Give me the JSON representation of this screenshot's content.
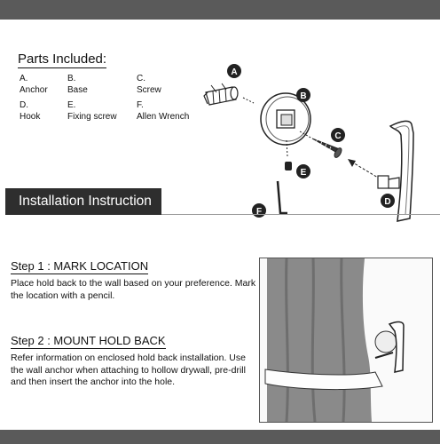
{
  "parts": {
    "title": "Parts Included:",
    "items": [
      {
        "letter": "A.",
        "name": "Anchor"
      },
      {
        "letter": "B.",
        "name": "Base"
      },
      {
        "letter": "C.",
        "name": "Screw"
      },
      {
        "letter": "D.",
        "name": "Hook"
      },
      {
        "letter": "E.",
        "name": "Fixing screw"
      },
      {
        "letter": "F.",
        "name": "Allen Wrench"
      }
    ]
  },
  "diagram": {
    "labels": [
      "A",
      "B",
      "C",
      "D",
      "E",
      "F"
    ]
  },
  "installation": {
    "banner": "Installation Instruction"
  },
  "steps": [
    {
      "title": "Step 1 : MARK LOCATION",
      "text": "Place hold back to the wall based on your preference. Mark the location with a pencil."
    },
    {
      "title": "Step 2 : MOUNT HOLD BACK",
      "text": "Refer information on enclosed hold back installation. Use the wall anchor when attaching to hollow drywall, pre-drill and then insert the anchor into the hole."
    }
  ]
}
